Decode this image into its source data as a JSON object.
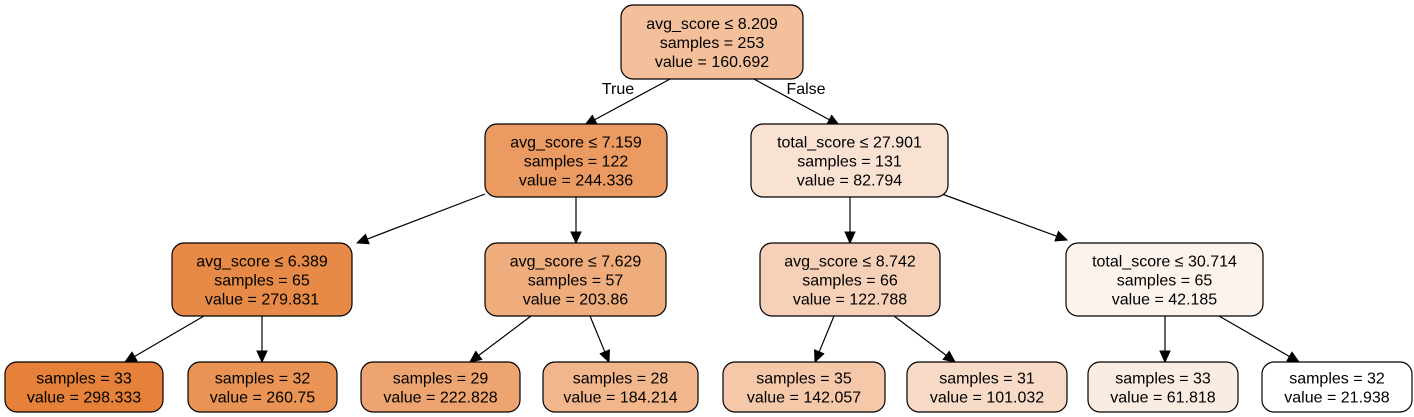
{
  "tree": {
    "nodes": [
      {
        "id": "n0",
        "lines": [
          "avg_score ≤ 8.209",
          "samples = 253",
          "value = 160.692"
        ],
        "color": "#f4c09c"
      },
      {
        "id": "n1",
        "lines": [
          "avg_score ≤ 7.159",
          "samples = 122",
          "value = 244.336"
        ],
        "color": "#eb9b62"
      },
      {
        "id": "n2",
        "lines": [
          "total_score ≤ 27.901",
          "samples = 131",
          "value = 82.794"
        ],
        "color": "#f9e2d2"
      },
      {
        "id": "n3",
        "lines": [
          "avg_score ≤ 6.389",
          "samples = 65",
          "value = 279.831"
        ],
        "color": "#e78a47"
      },
      {
        "id": "n4",
        "lines": [
          "avg_score ≤ 7.629",
          "samples = 57",
          "value = 203.86"
        ],
        "color": "#efad7e"
      },
      {
        "id": "n5",
        "lines": [
          "avg_score ≤ 8.742",
          "samples = 66",
          "value = 122.788"
        ],
        "color": "#f6d1b7"
      },
      {
        "id": "n6",
        "lines": [
          "total_score ≤ 30.714",
          "samples = 65",
          "value = 42.185"
        ],
        "color": "#fcf3ed"
      },
      {
        "id": "n7",
        "lines": [
          "samples = 33",
          "value = 298.333"
        ],
        "color": "#e58139"
      },
      {
        "id": "n8",
        "lines": [
          "samples = 32",
          "value = 260.75"
        ],
        "color": "#e99355"
      },
      {
        "id": "n9",
        "lines": [
          "samples = 29",
          "value = 222.828"
        ],
        "color": "#eda470"
      },
      {
        "id": "n10",
        "lines": [
          "samples = 28",
          "value = 184.214"
        ],
        "color": "#f1b68c"
      },
      {
        "id": "n11",
        "lines": [
          "samples = 35",
          "value = 142.057"
        ],
        "color": "#f5c8a9"
      },
      {
        "id": "n12",
        "lines": [
          "samples = 31",
          "value = 101.032"
        ],
        "color": "#f8dbc6"
      },
      {
        "id": "n13",
        "lines": [
          "samples = 33",
          "value = 61.818"
        ],
        "color": "#fbece1"
      },
      {
        "id": "n14",
        "lines": [
          "samples = 32",
          "value = 21.938"
        ],
        "color": "#ffffff"
      }
    ],
    "edges": [
      {
        "from": "n0",
        "to": "n1",
        "label": "True"
      },
      {
        "from": "n0",
        "to": "n2",
        "label": "False"
      },
      {
        "from": "n1",
        "to": "n3"
      },
      {
        "from": "n1",
        "to": "n4"
      },
      {
        "from": "n2",
        "to": "n5"
      },
      {
        "from": "n2",
        "to": "n6"
      },
      {
        "from": "n3",
        "to": "n7"
      },
      {
        "from": "n3",
        "to": "n8"
      },
      {
        "from": "n4",
        "to": "n9"
      },
      {
        "from": "n4",
        "to": "n10"
      },
      {
        "from": "n5",
        "to": "n11"
      },
      {
        "from": "n5",
        "to": "n12"
      },
      {
        "from": "n6",
        "to": "n13"
      },
      {
        "from": "n6",
        "to": "n14"
      }
    ]
  }
}
